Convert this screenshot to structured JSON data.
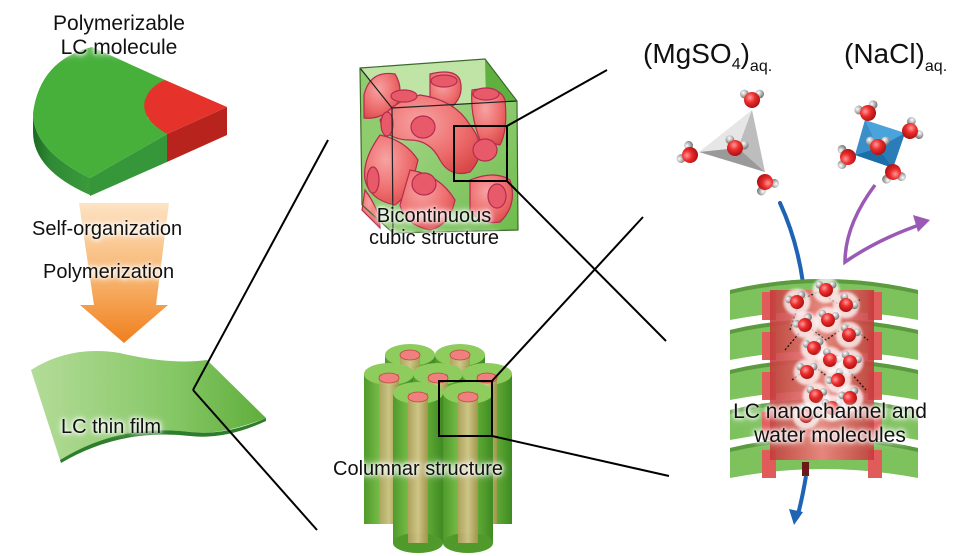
{
  "diagram": {
    "left_column": {
      "molecule_label": [
        "Polymerizable",
        "LC molecule"
      ],
      "process_labels": [
        "Self-organization",
        "Polymerization"
      ],
      "film_label": "LC thin film"
    },
    "middle_column": {
      "cubic_label": [
        "Bicontinuous",
        "cubic structure"
      ],
      "columnar_label": "Columnar structure"
    },
    "right_column": {
      "solutes": [
        {
          "formula_main": "(MgSO",
          "formula_sub": "4",
          "formula_close": ")",
          "phase": "aq.",
          "fate": "rejected-blocked"
        },
        {
          "formula_main": "(NaCl)",
          "formula_sub": "",
          "formula_close": "",
          "phase": "aq.",
          "fate": "rejected-deflected"
        }
      ],
      "channel_label": [
        "LC nanochannel and",
        "water molecules"
      ]
    },
    "colors": {
      "molecule_green": "#46b03a",
      "molecule_red": "#e5322b",
      "arrow_orange": "#f08a24",
      "film_green": "#7cc25a",
      "cubic_pink": "#ee7070",
      "column_green": "#6ab43e",
      "column_core": "#c9b67a",
      "water_oxygen": "#e8282c",
      "water_hydrogen": "#9a9a9a",
      "mgso4_tetrahedron": "#a9a9a9",
      "nacl_octahedron": "#2f86c2",
      "flow_blue": "#1f63b4",
      "deflect_purple": "#9b59b6",
      "channel_wall_red": "#e25b5b",
      "channel_outer_green": "#7ec25e"
    }
  }
}
